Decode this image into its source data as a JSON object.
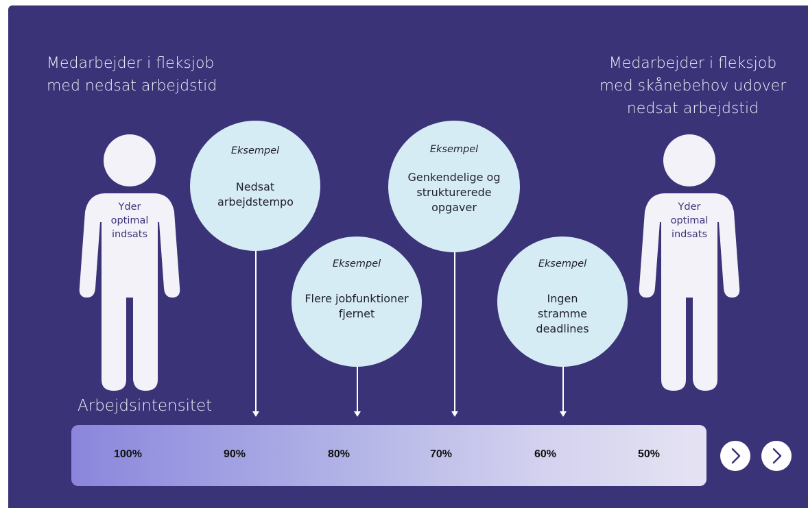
{
  "headings": {
    "left": "Medarbejder i fleksjob med nedsat arbejdstid",
    "right": "Medarbejder i fleksjob med skånebehov udover nedsat arbejdstid"
  },
  "persons": {
    "left_text": "Yder optimal indsats",
    "right_text": "Yder optimal indsats"
  },
  "examples": [
    {
      "label": "Eksempel",
      "text": "Nedsat arbejdstempo"
    },
    {
      "label": "Eksempel",
      "text": "Flere jobfunktioner fjernet"
    },
    {
      "label": "Eksempel",
      "text": "Genkendelige og strukturerede opgaver"
    },
    {
      "label": "Eksempel",
      "text": "Ingen stramme deadlines"
    }
  ],
  "scale": {
    "title": "Arbejdsintensitet",
    "values": [
      "100%",
      "90%",
      "80%",
      "70%",
      "60%",
      "50%"
    ]
  },
  "nav": {
    "next_icon": "chevron-right-icon"
  },
  "colors": {
    "background": "#3a3378",
    "bubble": "#d6ecf4",
    "person": "#f3f2f8",
    "bar_start": "#8b86dc",
    "bar_end": "#e5e3f2"
  }
}
